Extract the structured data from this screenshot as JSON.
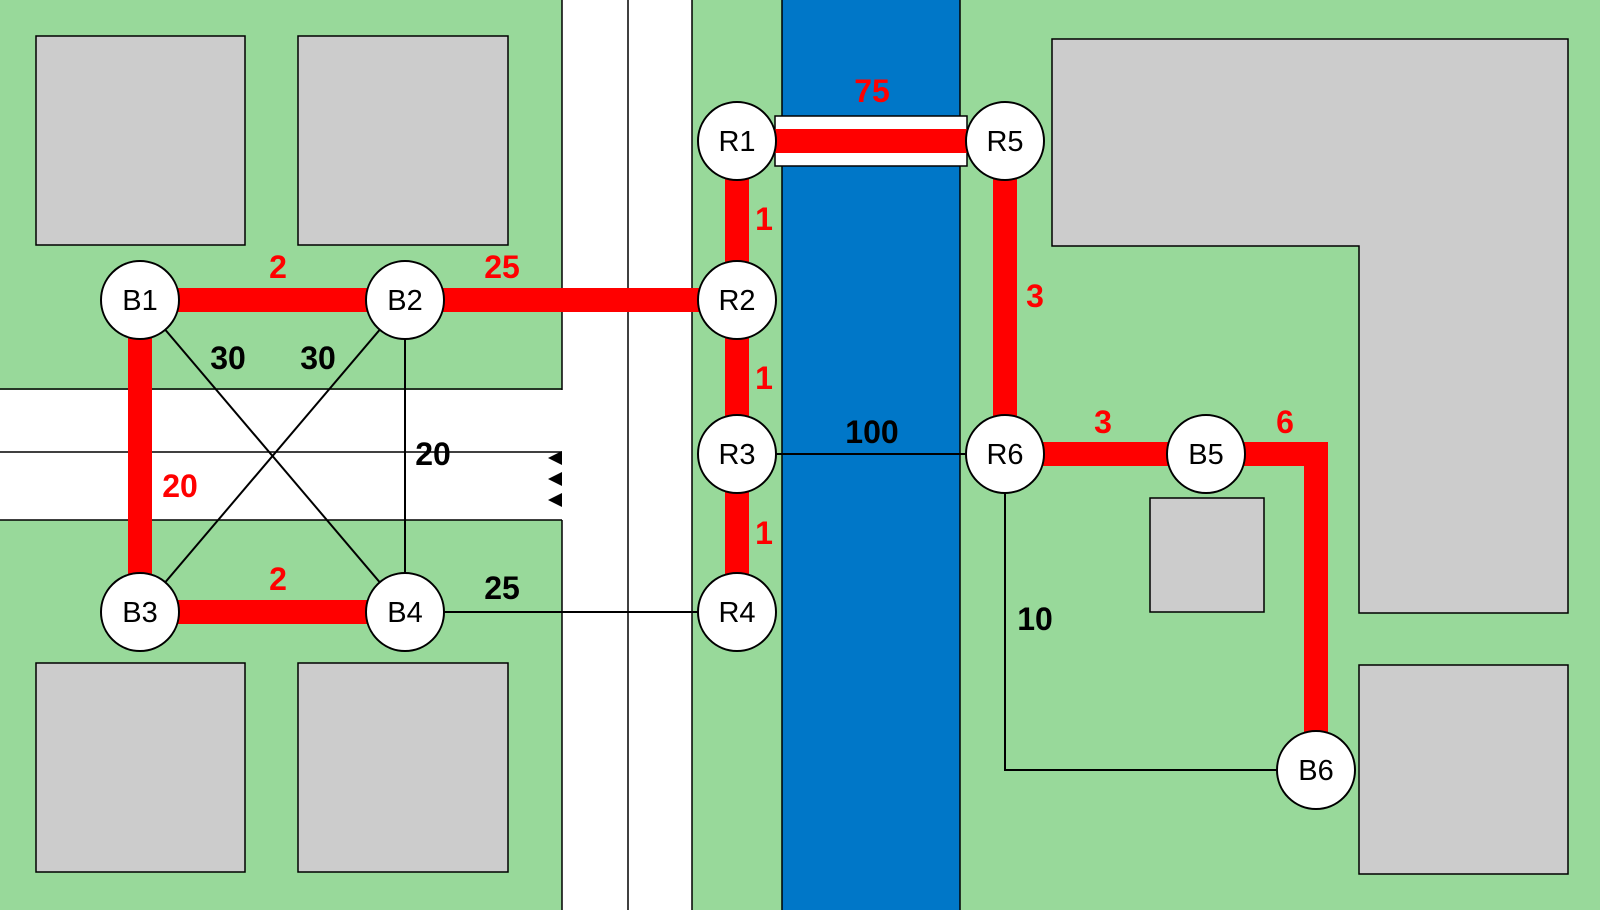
{
  "colors": {
    "grass": "#98d99a",
    "building": "#cccccc",
    "road": "#ffffff",
    "river": "#0077c8",
    "highlight": "#ff0000",
    "link": "#000000",
    "node_fill": "#ffffff"
  },
  "nodes": [
    {
      "id": "B1",
      "label": "B1"
    },
    {
      "id": "B2",
      "label": "B2"
    },
    {
      "id": "B3",
      "label": "B3"
    },
    {
      "id": "B4",
      "label": "B4"
    },
    {
      "id": "R1",
      "label": "R1"
    },
    {
      "id": "R2",
      "label": "R2"
    },
    {
      "id": "R3",
      "label": "R3"
    },
    {
      "id": "R4",
      "label": "R4"
    },
    {
      "id": "R5",
      "label": "R5"
    },
    {
      "id": "R6",
      "label": "R6"
    },
    {
      "id": "B5",
      "label": "B5"
    },
    {
      "id": "B6",
      "label": "B6"
    }
  ],
  "edges": [
    {
      "from": "B1",
      "to": "B2",
      "weight": "2",
      "highlighted": true
    },
    {
      "from": "B2",
      "to": "R2",
      "weight": "25",
      "highlighted": true
    },
    {
      "from": "B1",
      "to": "B3",
      "weight": "20",
      "highlighted": true
    },
    {
      "from": "B3",
      "to": "B4",
      "weight": "2",
      "highlighted": true
    },
    {
      "from": "B1",
      "to": "B4",
      "weight": "30",
      "highlighted": false
    },
    {
      "from": "B2",
      "to": "B3",
      "weight": "30",
      "highlighted": false
    },
    {
      "from": "B2",
      "to": "B4",
      "weight": "20",
      "highlighted": false
    },
    {
      "from": "B4",
      "to": "R4",
      "weight": "25",
      "highlighted": false
    },
    {
      "from": "R1",
      "to": "R5",
      "weight": "75",
      "highlighted": true
    },
    {
      "from": "R1",
      "to": "R2",
      "weight": "1",
      "highlighted": true
    },
    {
      "from": "R2",
      "to": "R3",
      "weight": "1",
      "highlighted": true
    },
    {
      "from": "R3",
      "to": "R4",
      "weight": "1",
      "highlighted": true
    },
    {
      "from": "R3",
      "to": "R6",
      "weight": "100",
      "highlighted": false
    },
    {
      "from": "R5",
      "to": "R6",
      "weight": "3",
      "highlighted": true
    },
    {
      "from": "R6",
      "to": "B5",
      "weight": "3",
      "highlighted": true
    },
    {
      "from": "B5",
      "to": "B6",
      "weight": "6",
      "highlighted": true
    },
    {
      "from": "R6",
      "to": "B6",
      "weight": "10",
      "highlighted": false
    }
  ]
}
